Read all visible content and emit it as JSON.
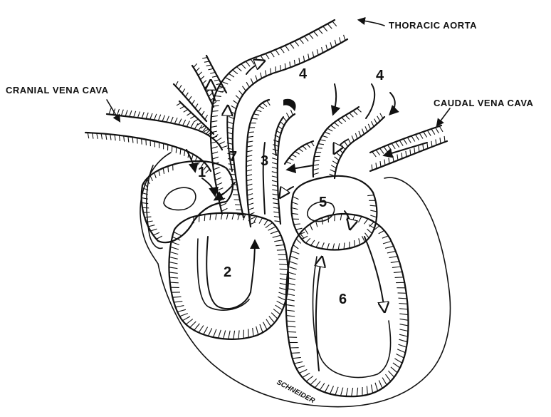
{
  "labels": {
    "thoracic_aorta": "THORACIC AORTA",
    "cranial_vena_cava": "CRANIAL VENA CAVA",
    "caudal_vena_cava": "CAUDAL VENA CAVA"
  },
  "numbers": {
    "n1": "1",
    "n2": "2",
    "n3": "3",
    "n4a": "4",
    "n4b": "4",
    "n5": "5",
    "n6": "6",
    "n7": "7"
  },
  "signature": "SCHNEIDER",
  "colors": {
    "ink": "#111111",
    "paper": "#ffffff"
  }
}
